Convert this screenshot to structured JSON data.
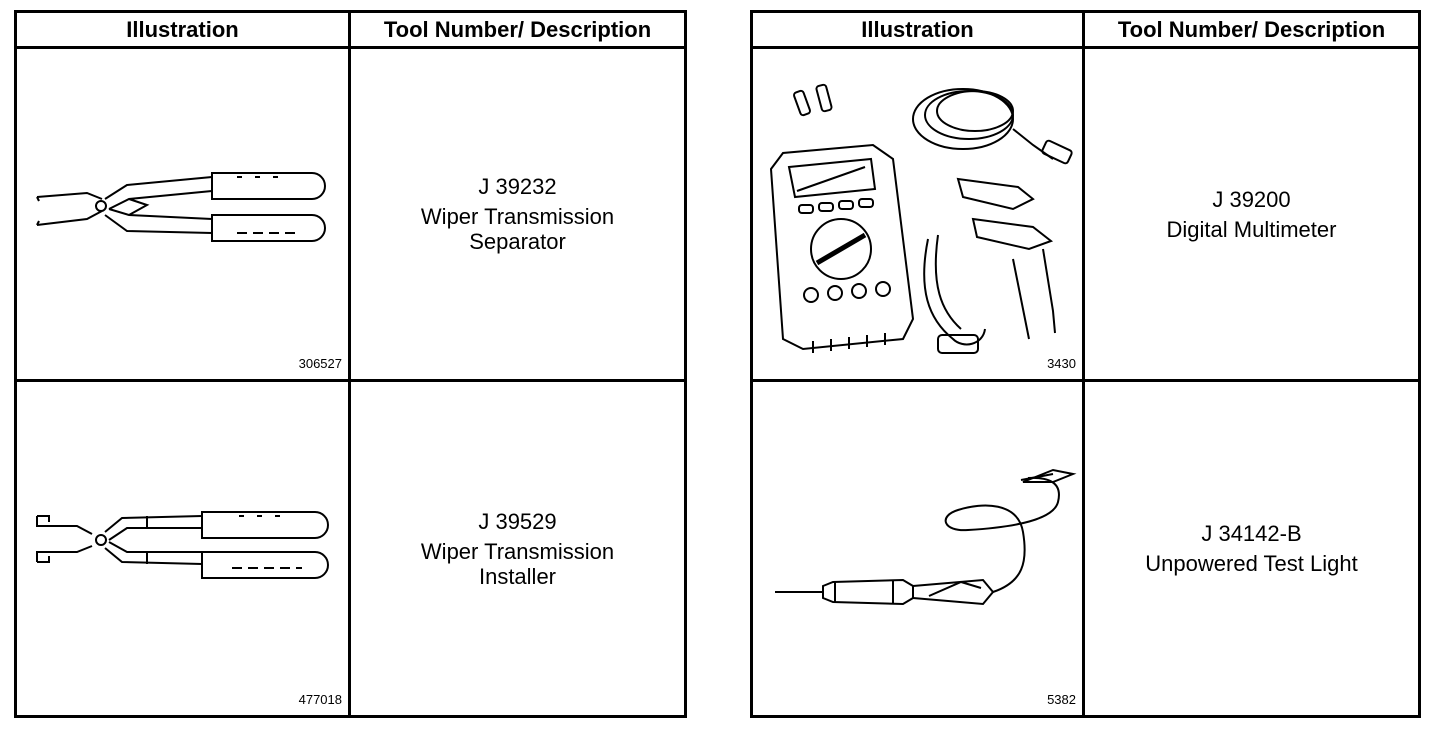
{
  "headers": {
    "illustration": "Illustration",
    "tool": "Tool Number/ Description"
  },
  "left_table": {
    "rows": [
      {
        "fig_id": "306527",
        "icon": "pliers-icon",
        "tool_number": "J 39232",
        "description_line1": "Wiper Transmission",
        "description_line2": "Separator"
      },
      {
        "fig_id": "477018",
        "icon": "fork-pliers-icon",
        "tool_number": "J 39529",
        "description_line1": "Wiper Transmission",
        "description_line2": "Installer"
      }
    ]
  },
  "right_table": {
    "rows": [
      {
        "fig_id": "3430",
        "icon": "multimeter-icon",
        "tool_number": "J 39200",
        "description_line1": "Digital Multimeter"
      },
      {
        "fig_id": "5382",
        "icon": "test-light-icon",
        "tool_number": "J 34142-B",
        "description_line1": "Unpowered Test Light"
      }
    ]
  }
}
